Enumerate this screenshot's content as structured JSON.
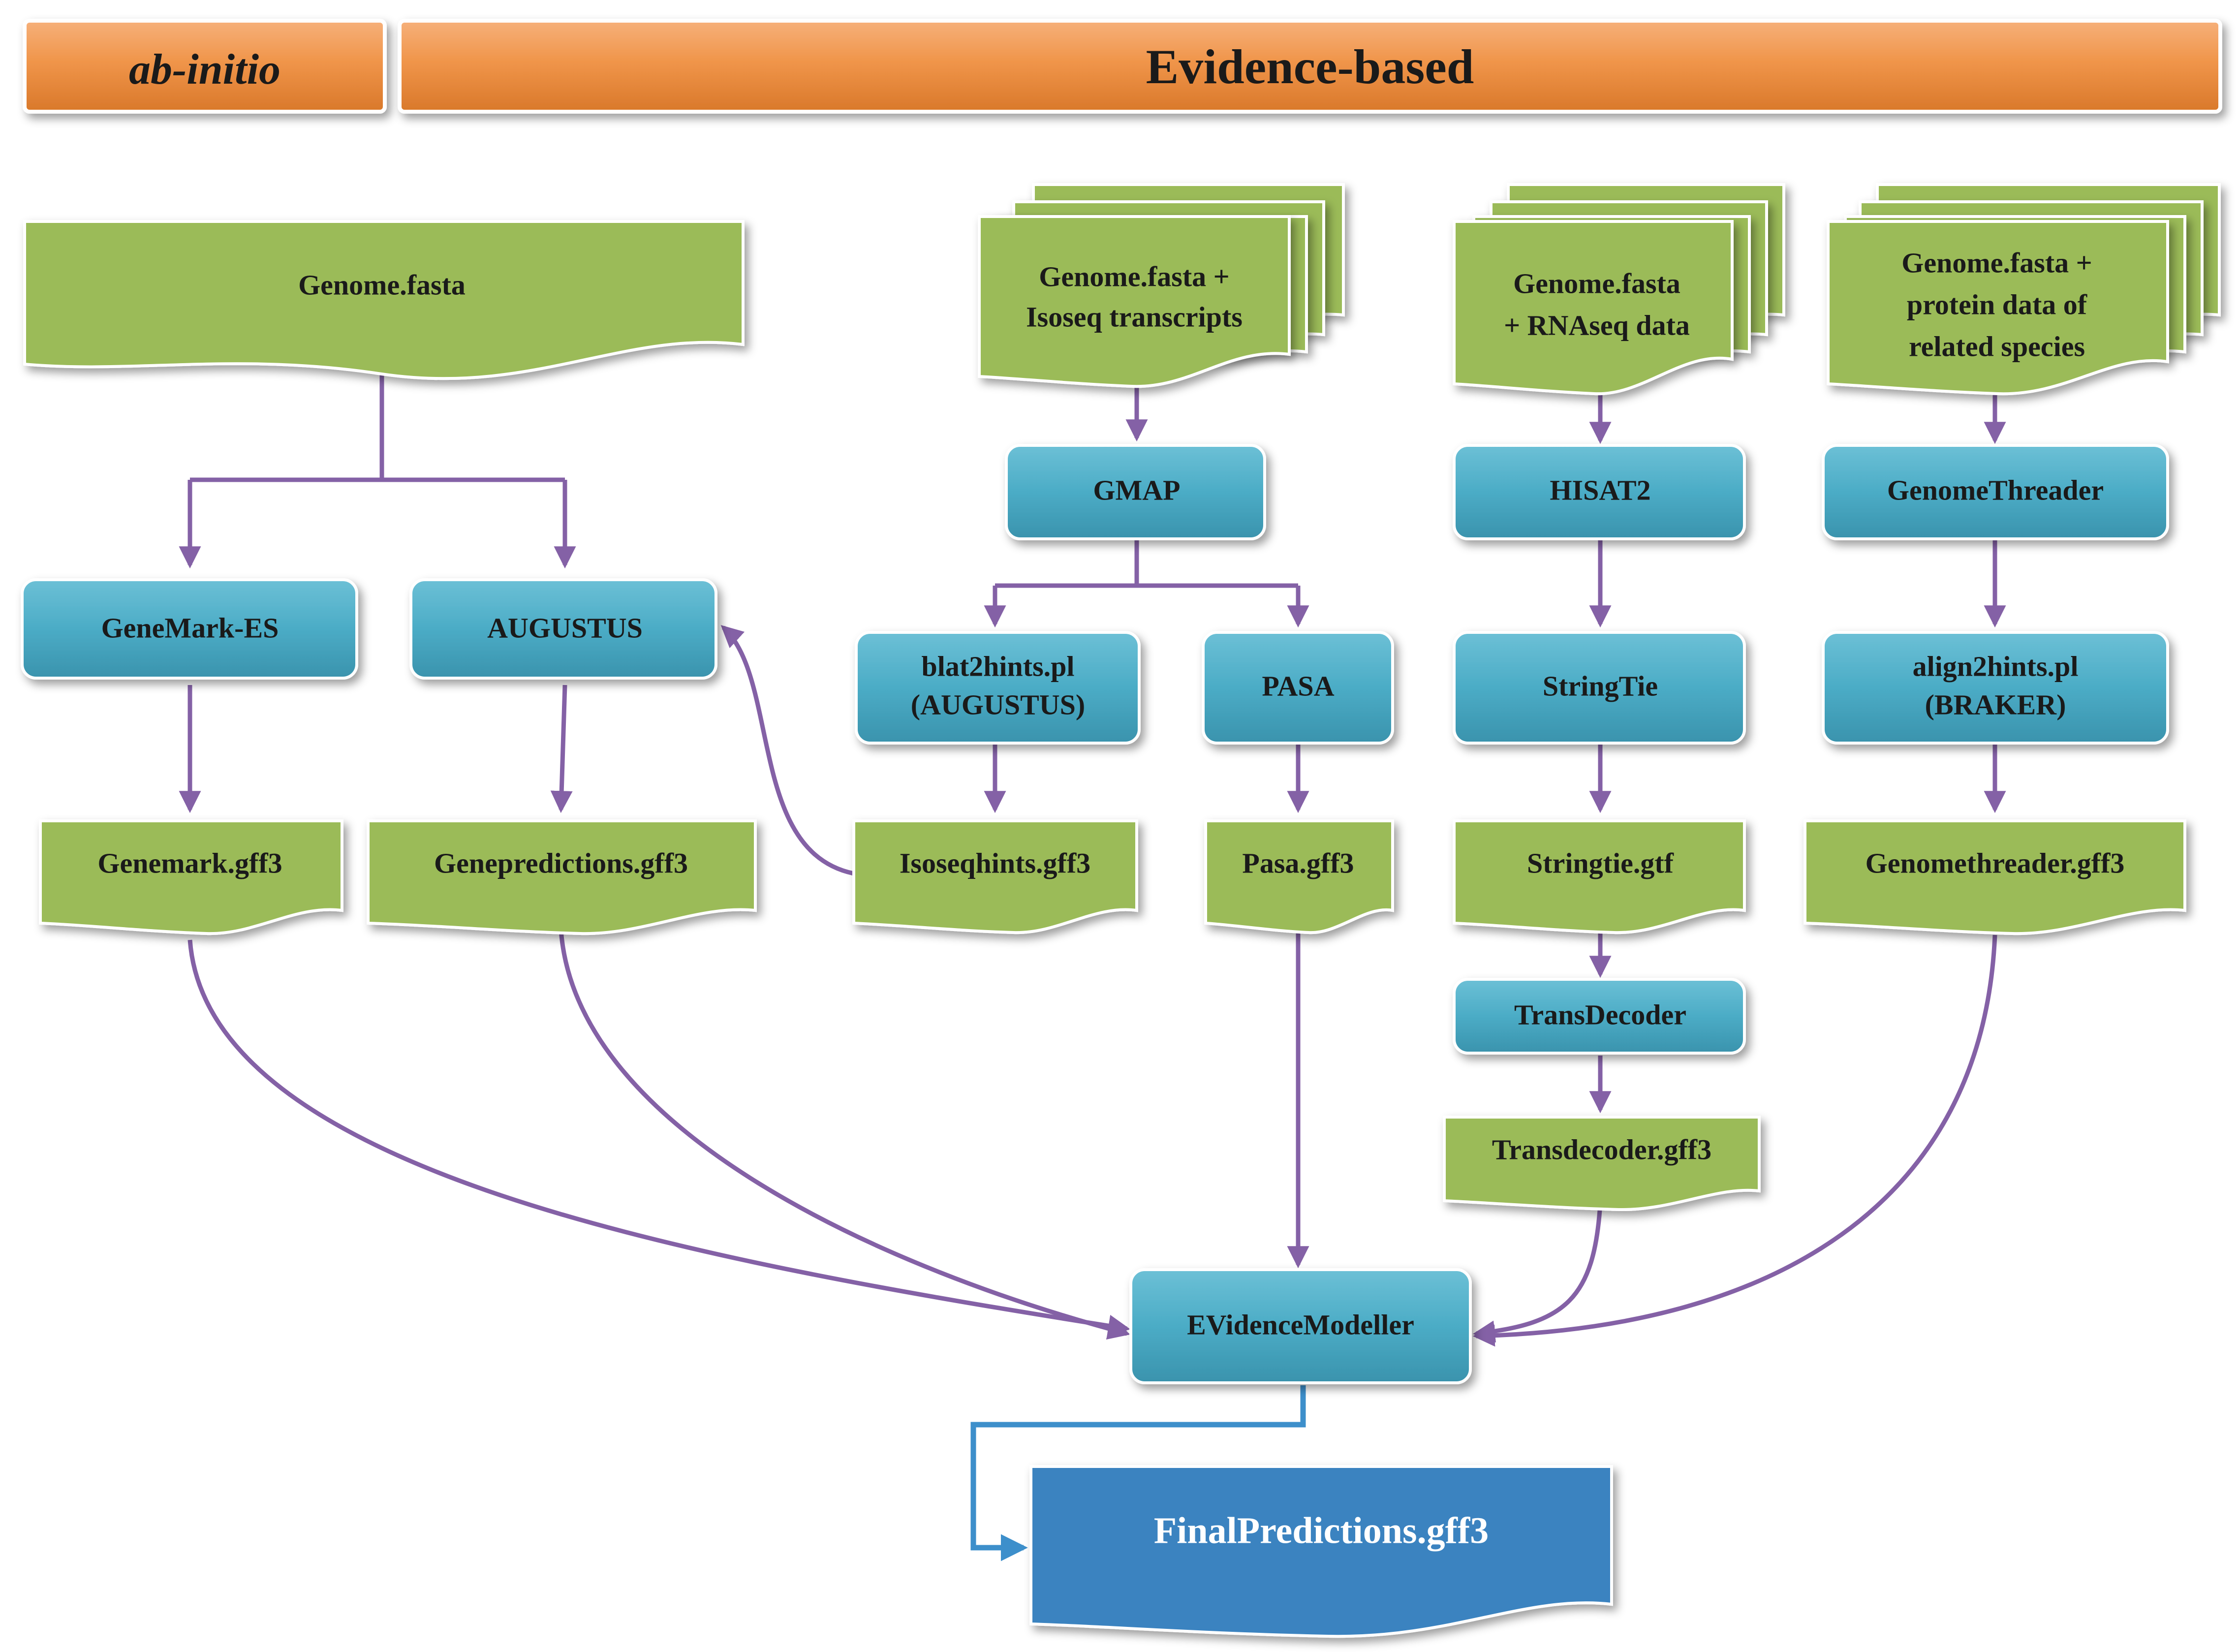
{
  "headers": {
    "ab_initio": "ab-initio",
    "evidence_based": "Evidence-based"
  },
  "inputs": {
    "genome": "Genome.fasta",
    "isoseq": [
      "Genome.fasta +",
      "Isoseq transcripts"
    ],
    "rnaseq": [
      "Genome.fasta",
      "+ RNAseq data"
    ],
    "protein": [
      "Genome.fasta +",
      "protein data of",
      "related species"
    ]
  },
  "tools": {
    "genemark": "GeneMark-ES",
    "augustus": "AUGUSTUS",
    "gmap": "GMAP",
    "blat2hints": [
      "blat2hints.pl",
      "(AUGUSTUS)"
    ],
    "pasa": "PASA",
    "hisat2": "HISAT2",
    "stringtie": "StringTie",
    "transdecoder": "TransDecoder",
    "genomethreader": "GenomeThreader",
    "align2hints": [
      "align2hints.pl",
      "(BRAKER)"
    ],
    "evm": "EVidenceModeller"
  },
  "outputs": {
    "genemark": "Genemark.gff3",
    "genepredictions": "Genepredictions.gff3",
    "isoseqhints": "Isoseqhints.gff3",
    "pasa": "Pasa.gff3",
    "stringtie": "Stringtie.gtf",
    "transdecoder": "Transdecoder.gff3",
    "genomethreader": "Genomethreader.gff3",
    "final": "FinalPredictions.gff3"
  },
  "colors": {
    "header_orange": "#f0954a",
    "document_green": "#9bbb59",
    "process_blue": "#4bacc6",
    "final_blue": "#3a83c0",
    "edge_purple": "#8461a6",
    "edge_blue": "#3d8fcb"
  }
}
